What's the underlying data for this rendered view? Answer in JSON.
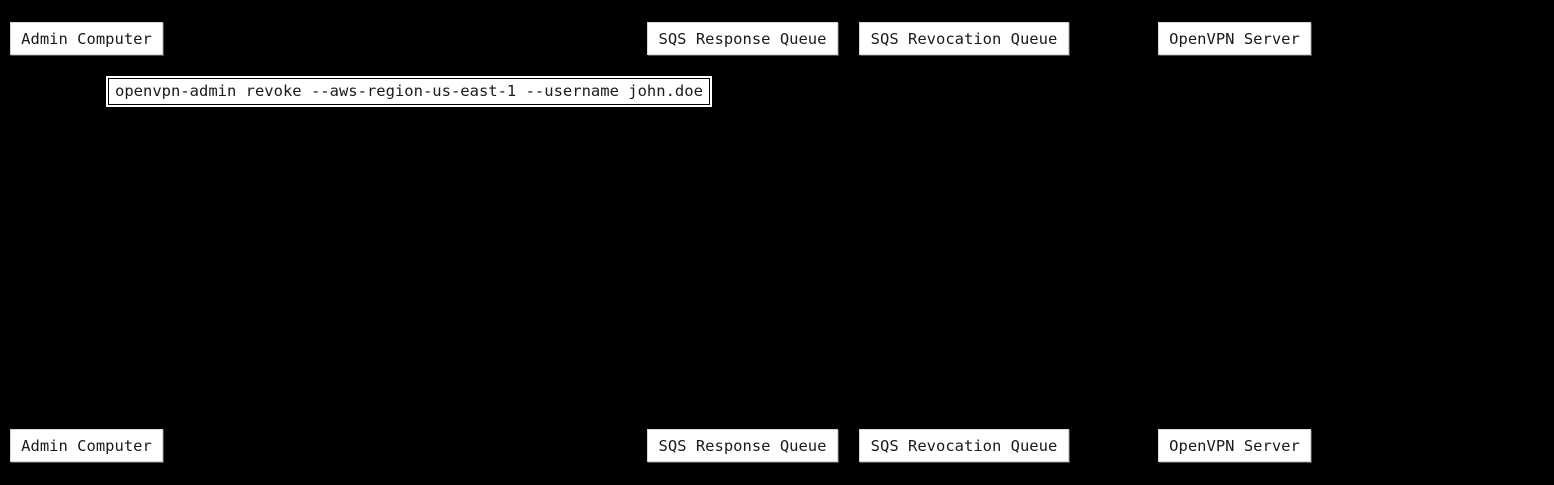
{
  "diagram": {
    "type": "sequence-diagram",
    "colors": {
      "background": "#000000",
      "box_fill": "#ffffff",
      "box_text": "#1a1a1a",
      "message_border": "#000000",
      "message_outline": "#ffffff"
    },
    "participants": [
      {
        "id": "admin-computer",
        "label": "Admin Computer"
      },
      {
        "id": "sqs-response-queue",
        "label": "SQS Response Queue"
      },
      {
        "id": "sqs-revocation-queue",
        "label": "SQS Revocation Queue"
      },
      {
        "id": "openvpn-server",
        "label": "OpenVPN Server"
      }
    ],
    "messages": [
      {
        "from": "admin-computer",
        "text": "openvpn-admin revoke --aws-region-us-east-1 --username john.doe"
      }
    ]
  }
}
